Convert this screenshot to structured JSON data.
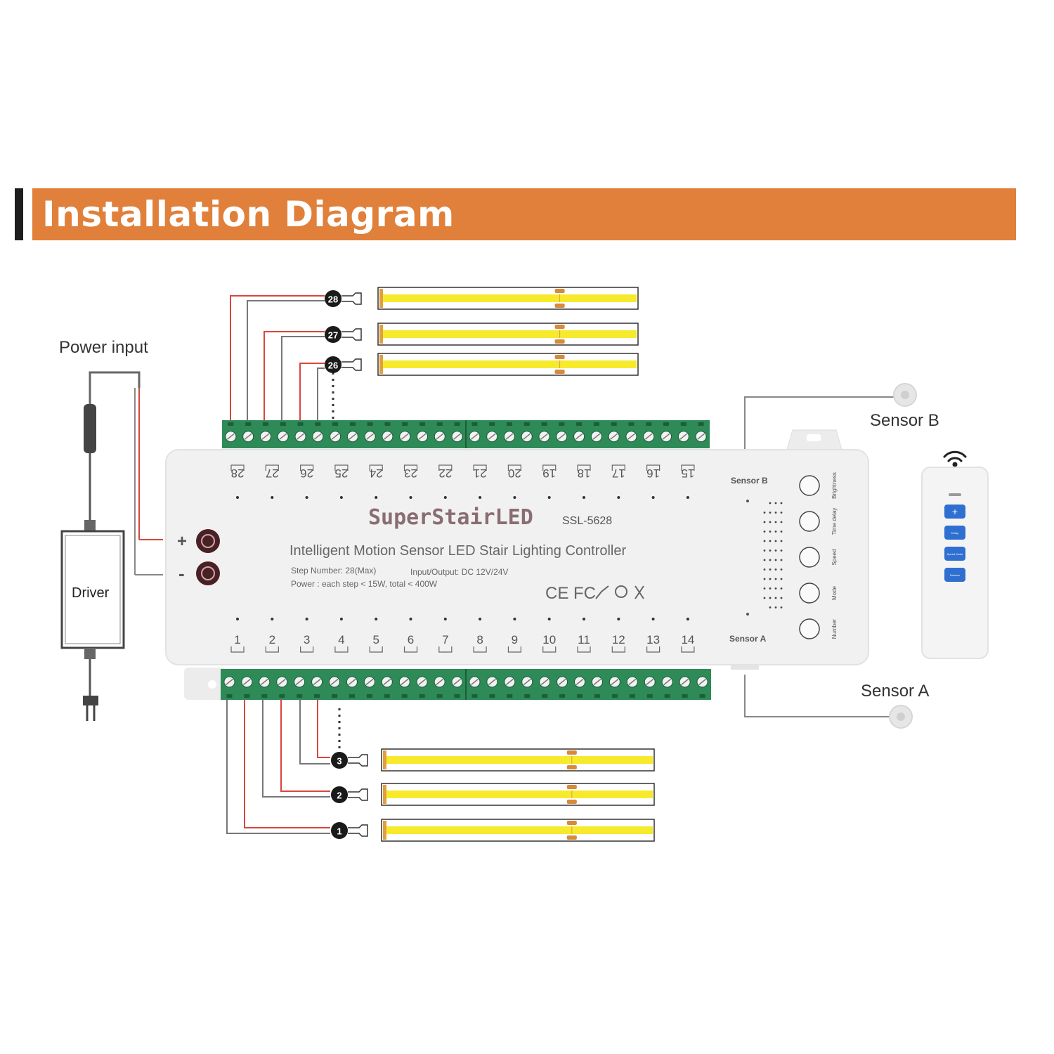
{
  "title": "Installation Diagram",
  "labels": {
    "power_input": "Power input",
    "driver": "Driver",
    "plus": "+",
    "minus": "-",
    "sensor_b": "Sensor B",
    "sensor_a": "Sensor A",
    "sensor_b_port": "Sensor B",
    "sensor_a_port": "Sensor A"
  },
  "controller": {
    "brand": "SuperStairLED",
    "model": "SSL-5628",
    "description": "Intelligent Motion Sensor LED Stair Lighting Controller",
    "spec_steps": "Step Number: 28(Max)",
    "spec_io": "Input/Output: DC 12V/24V",
    "spec_power": "Power : each step < 15W, total < 400W",
    "certifications": "CE FC",
    "buttons": [
      "Brightness",
      "Time delay",
      "Speed",
      "Mode",
      "Number"
    ]
  },
  "channels": {
    "top": [
      "28",
      "27",
      "26",
      "25",
      "24",
      "23",
      "22",
      "21",
      "20",
      "19",
      "18",
      "17",
      "16",
      "15"
    ],
    "bottom": [
      "1",
      "2",
      "3",
      "4",
      "5",
      "6",
      "7",
      "8",
      "9",
      "10",
      "11",
      "12",
      "13",
      "14"
    ]
  },
  "strips": {
    "top": [
      "28",
      "27",
      "26"
    ],
    "bottom": [
      "3",
      "2",
      "1"
    ]
  },
  "remote": {
    "buttons": [
      "+",
      "Delay",
      "Speed Mode",
      "Number"
    ]
  },
  "colors": {
    "title_bar": "#e0803a",
    "terminal_green": "#2e8a57",
    "led_yellow": "#f7ea2c",
    "wire_red": "#d9463c",
    "remote_button": "#2f6fd1"
  }
}
